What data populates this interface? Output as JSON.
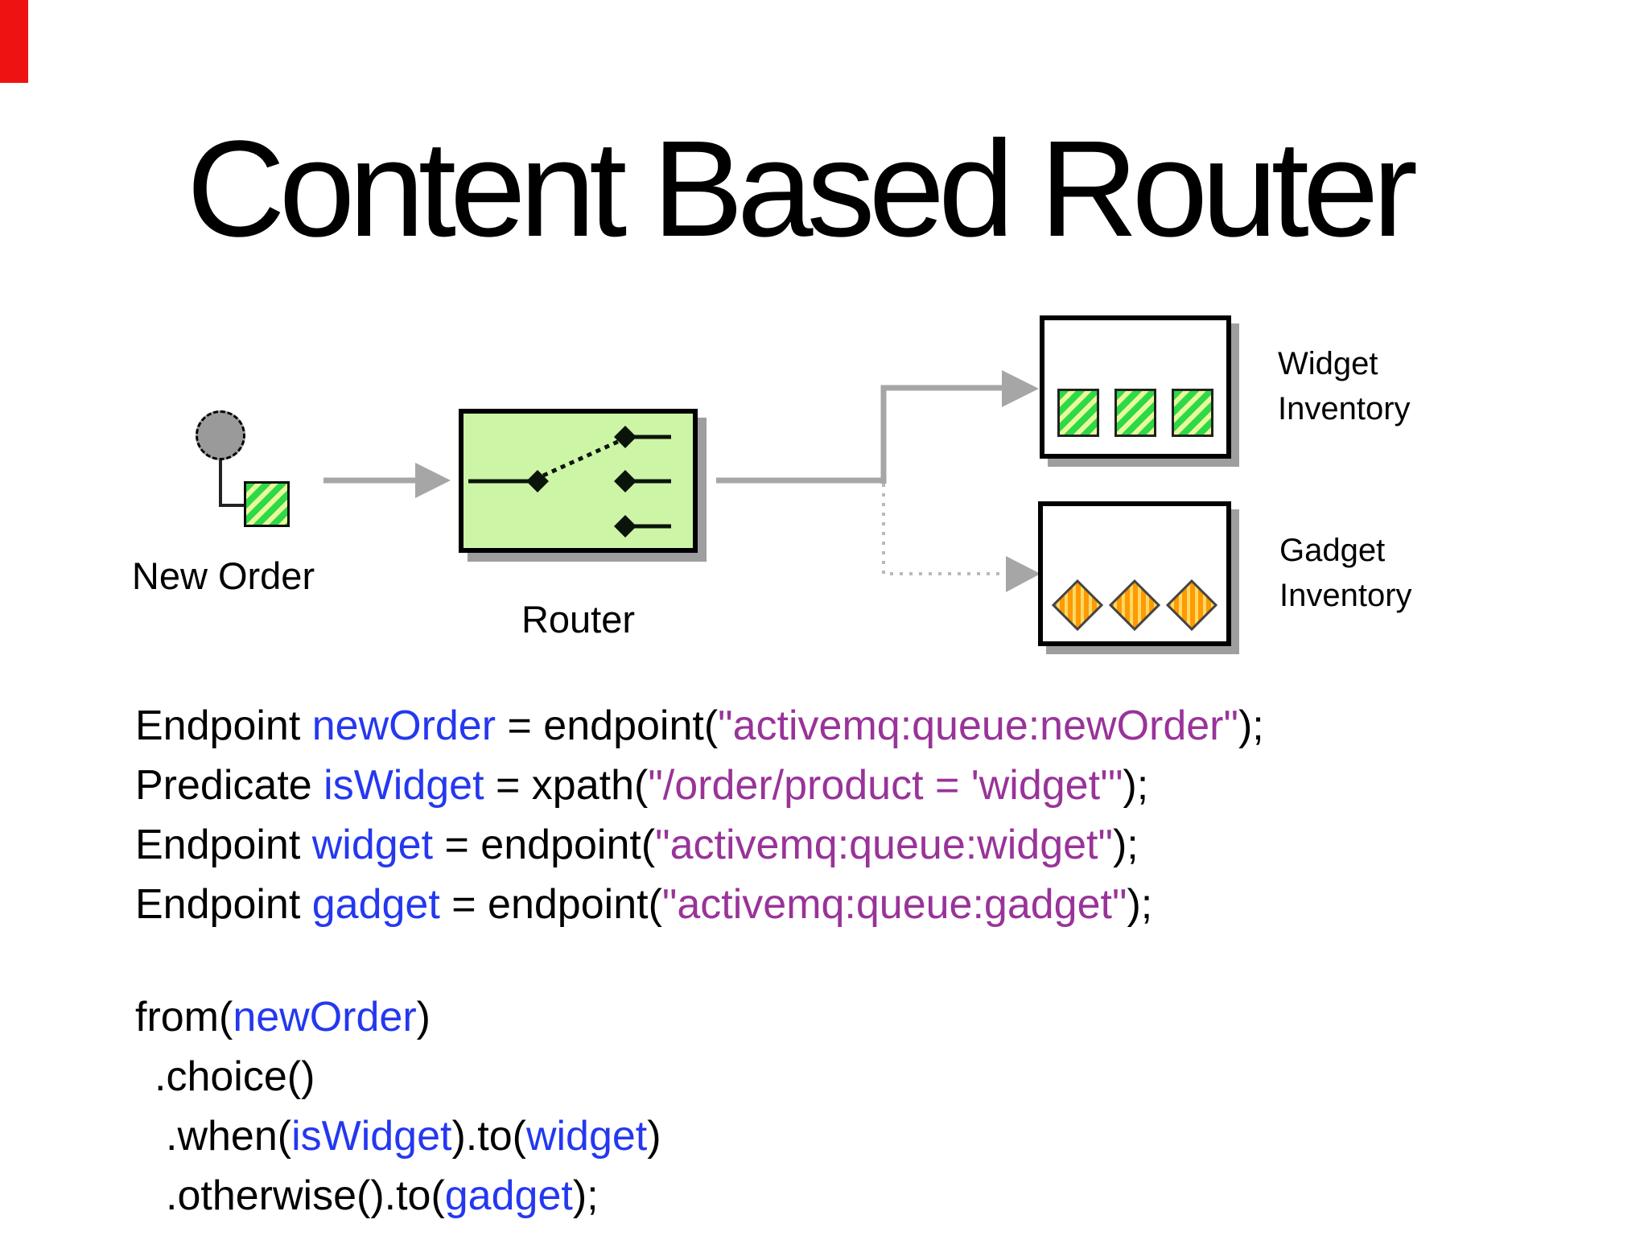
{
  "slide": {
    "title": "Content Based Router"
  },
  "accent": {
    "corner_mark_color": "#ee1212"
  },
  "diagram": {
    "new_order_label": "New Order",
    "router_label": "Router",
    "widget_label_line1": "Widget",
    "widget_label_line2": "Inventory",
    "gadget_label_line1": "Gadget",
    "gadget_label_line2": "Inventory",
    "colors": {
      "router_fill": "#cdf5a6",
      "widget_item_green": "#2ed948",
      "widget_item_stripe": "#e9fa9b",
      "gadget_item_orange": "#ff9a00",
      "gadget_item_stripe": "#ffd966",
      "connector_gray": "#a6a6a6",
      "shadow_gray": "#9e9e9e"
    }
  },
  "code": {
    "colors": {
      "plain": "#000000",
      "identifier": "#2438ef",
      "string": "#993399"
    },
    "l1": {
      "s1": "Endpoint ",
      "s2": "newOrder",
      "s3": " = endpoint(",
      "s4": "\"activemq:queue:newOrder\"",
      "s5": ");"
    },
    "l2": {
      "s1": "Predicate ",
      "s2": "isWidget",
      "s3": " = xpath(",
      "s4": "\"/order/product = 'widget'\"",
      "s5": ");"
    },
    "l3": {
      "s1": "Endpoint ",
      "s2": "widget",
      "s3": " = endpoint(",
      "s4": "\"activemq:queue:widget\"",
      "s5": ");"
    },
    "l4": {
      "s1": "Endpoint ",
      "s2": "gadget",
      "s3": " = endpoint(",
      "s4": "\"activemq:queue:gadget\"",
      "s5": ");"
    },
    "l5": {
      "s1": "from(",
      "s2": "newOrder",
      "s3": ")"
    },
    "l6": {
      "s1": ".choice()"
    },
    "l7": {
      "s1": ".when(",
      "s2": "isWidget",
      "s3": ").to(",
      "s4": "widget",
      "s5": ")"
    },
    "l8": {
      "s1": ".otherwise().to(",
      "s2": "gadget",
      "s3": ");"
    }
  }
}
